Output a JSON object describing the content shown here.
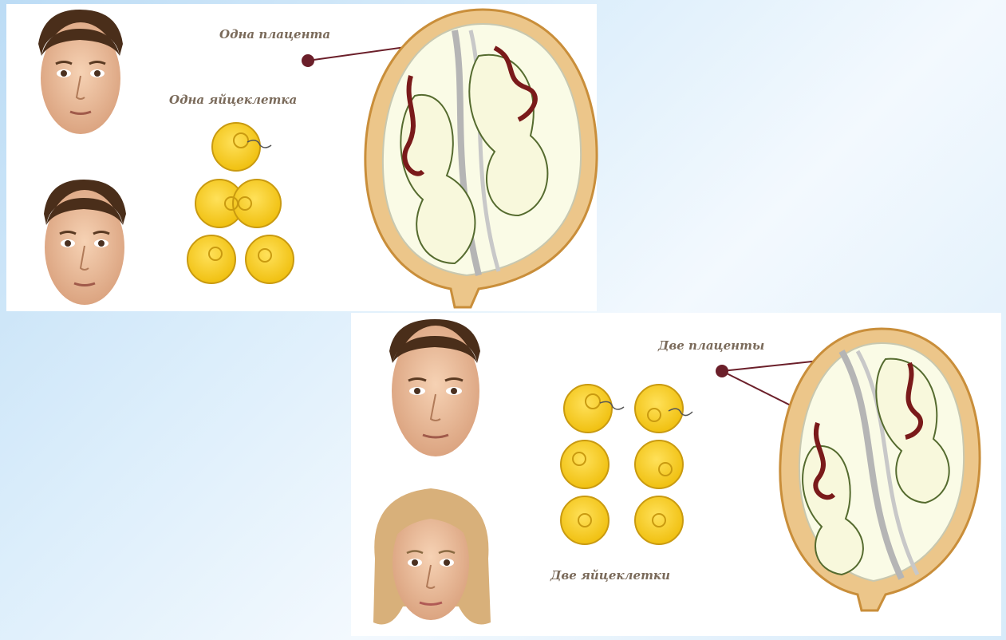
{
  "top_panel": {
    "placenta_label": "Одна плацента",
    "egg_label": "Одна яйцеклетка"
  },
  "bottom_panel": {
    "placenta_label": "Две плаценты",
    "egg_label": "Две яйцеклетки"
  },
  "colors": {
    "egg_fill": "#f2c81a",
    "egg_stroke": "#c99a10",
    "uterus_wall": "#e4a94a",
    "amnion": "#b8b8b8",
    "umbilical": "#7a1a1a",
    "pointer": "#6b1f2a"
  }
}
